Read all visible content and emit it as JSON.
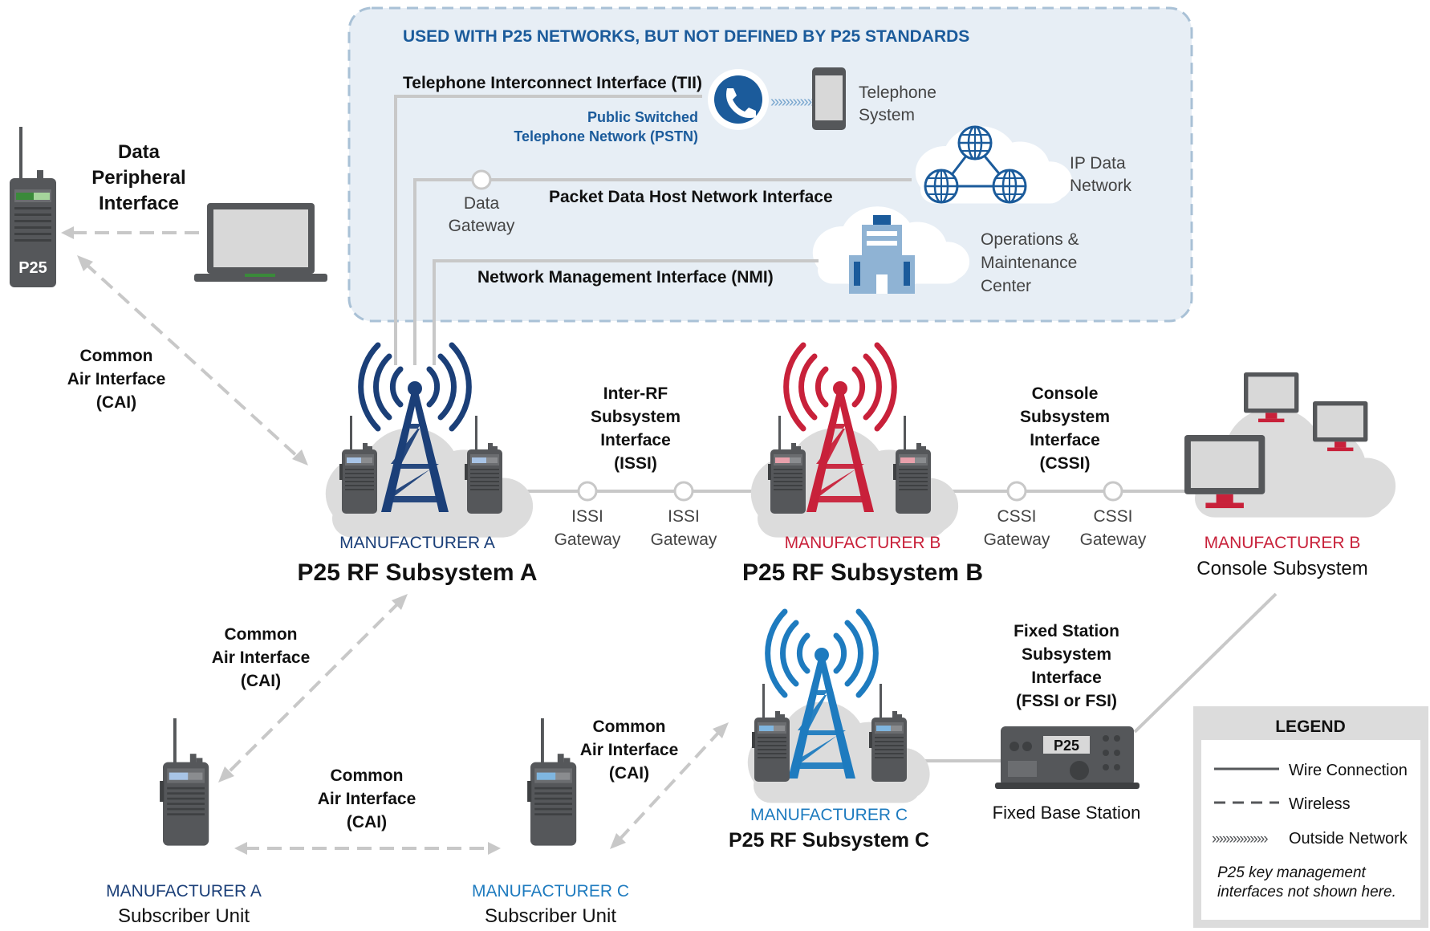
{
  "colors": {
    "manufacturer_a": "#1b3f78",
    "manufacturer_b": "#c8213a",
    "manufacturer_c": "#1e7bbf",
    "zone_fill": "#e7eef5",
    "zone_border": "#a9c1d6",
    "cloud": "#dcdcdc",
    "device": "#55575a",
    "wire": "#c8c8c8",
    "wireless": "#c8c8c8",
    "text": "#111111",
    "label_grey": "#444444",
    "pstn_blue": "#1b5b9b"
  },
  "outside_zone": {
    "title": "USED WITH P25 NETWORKS, BUT NOT DEFINED BY P25 STANDARDS",
    "tii_label": "Telephone Interconnect Interface (TII)",
    "pstn_label": [
      "Public Switched",
      "Telephone Network (PSTN)"
    ],
    "telephone_system": [
      "Telephone",
      "System"
    ],
    "data_gateway": [
      "Data",
      "Gateway"
    ],
    "packet_data_label": "Packet Data Host Network Interface",
    "ip_data_network": [
      "IP Data",
      "Network"
    ],
    "nmi_label": "Network Management Interface (NMI)",
    "ops_center": [
      "Operations &",
      "Maintenance",
      "Center"
    ]
  },
  "data_peripheral": {
    "label": [
      "Data",
      "Peripheral",
      "Interface"
    ],
    "radio_badge": "P25"
  },
  "cai_top_left": [
    "Common",
    "Air Interface",
    "(CAI)"
  ],
  "subsystem_a": {
    "manufacturer": "MANUFACTURER A",
    "name": "P25 RF Subsystem A"
  },
  "issi": {
    "label": [
      "Inter-RF",
      "Subsystem",
      "Interface",
      "(ISSI)"
    ],
    "gateway1": [
      "ISSI",
      "Gateway"
    ],
    "gateway2": [
      "ISSI",
      "Gateway"
    ]
  },
  "subsystem_b": {
    "manufacturer": "MANUFACTURER B",
    "name": "P25 RF Subsystem B"
  },
  "cssi": {
    "label": [
      "Console",
      "Subsystem",
      "Interface",
      "(CSSI)"
    ],
    "gateway1": [
      "CSSI",
      "Gateway"
    ],
    "gateway2": [
      "CSSI",
      "Gateway"
    ]
  },
  "console": {
    "manufacturer": "MANUFACTURER B",
    "name": "Console Subsystem"
  },
  "cai_mid_left": [
    "Common",
    "Air Interface",
    "(CAI)"
  ],
  "cai_bottom_mid": [
    "Common",
    "Air Interface",
    "(CAI)"
  ],
  "cai_bottom_right": [
    "Common",
    "Air Interface",
    "(CAI)"
  ],
  "subscriber_a": {
    "manufacturer": "MANUFACTURER A",
    "name": "Subscriber Unit"
  },
  "subscriber_c": {
    "manufacturer": "MANUFACTURER C",
    "name": "Subscriber Unit"
  },
  "subsystem_c": {
    "manufacturer": "MANUFACTURER C",
    "name": "P25 RF Subsystem C"
  },
  "fssi": {
    "label": [
      "Fixed Station",
      "Subsystem",
      "Interface",
      "(FSSI or FSI)"
    ]
  },
  "fixed_base": {
    "name": "Fixed Base Station",
    "badge": "P25"
  },
  "legend": {
    "title": "LEGEND",
    "wire": "Wire Connection",
    "wireless": "Wireless",
    "outside_symbol": "»»»»»»»»",
    "outside": "Outside Network",
    "note": [
      "P25 key management",
      "interfaces not shown here."
    ]
  }
}
